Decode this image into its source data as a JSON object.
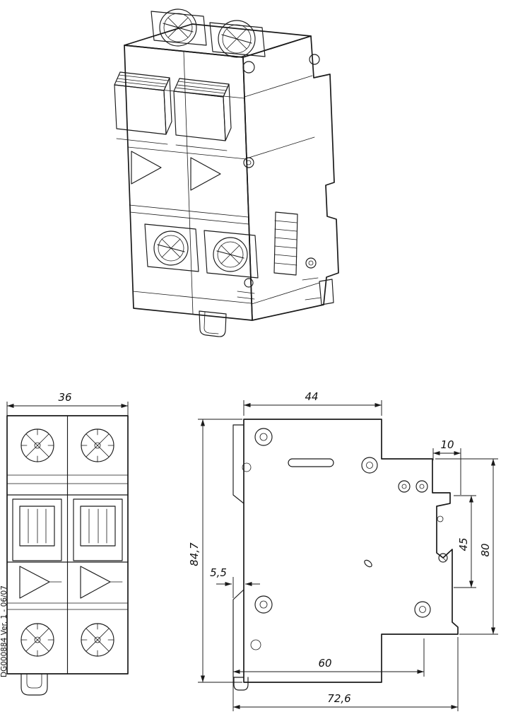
{
  "colors": {
    "ink": "#1a1a1a",
    "paper": "#ffffff"
  },
  "title_block": {
    "code": "DG000884 Ver. 1 - 06/07"
  },
  "front_view": {
    "dims": {
      "width": "36"
    }
  },
  "side_view": {
    "dims": {
      "front_width": "44",
      "top_step": "10",
      "height": "84,7",
      "front_offset": "5,5",
      "clip_zone": "45",
      "back_height": "80",
      "rail_depth": "60",
      "total_depth": "72,6"
    }
  }
}
